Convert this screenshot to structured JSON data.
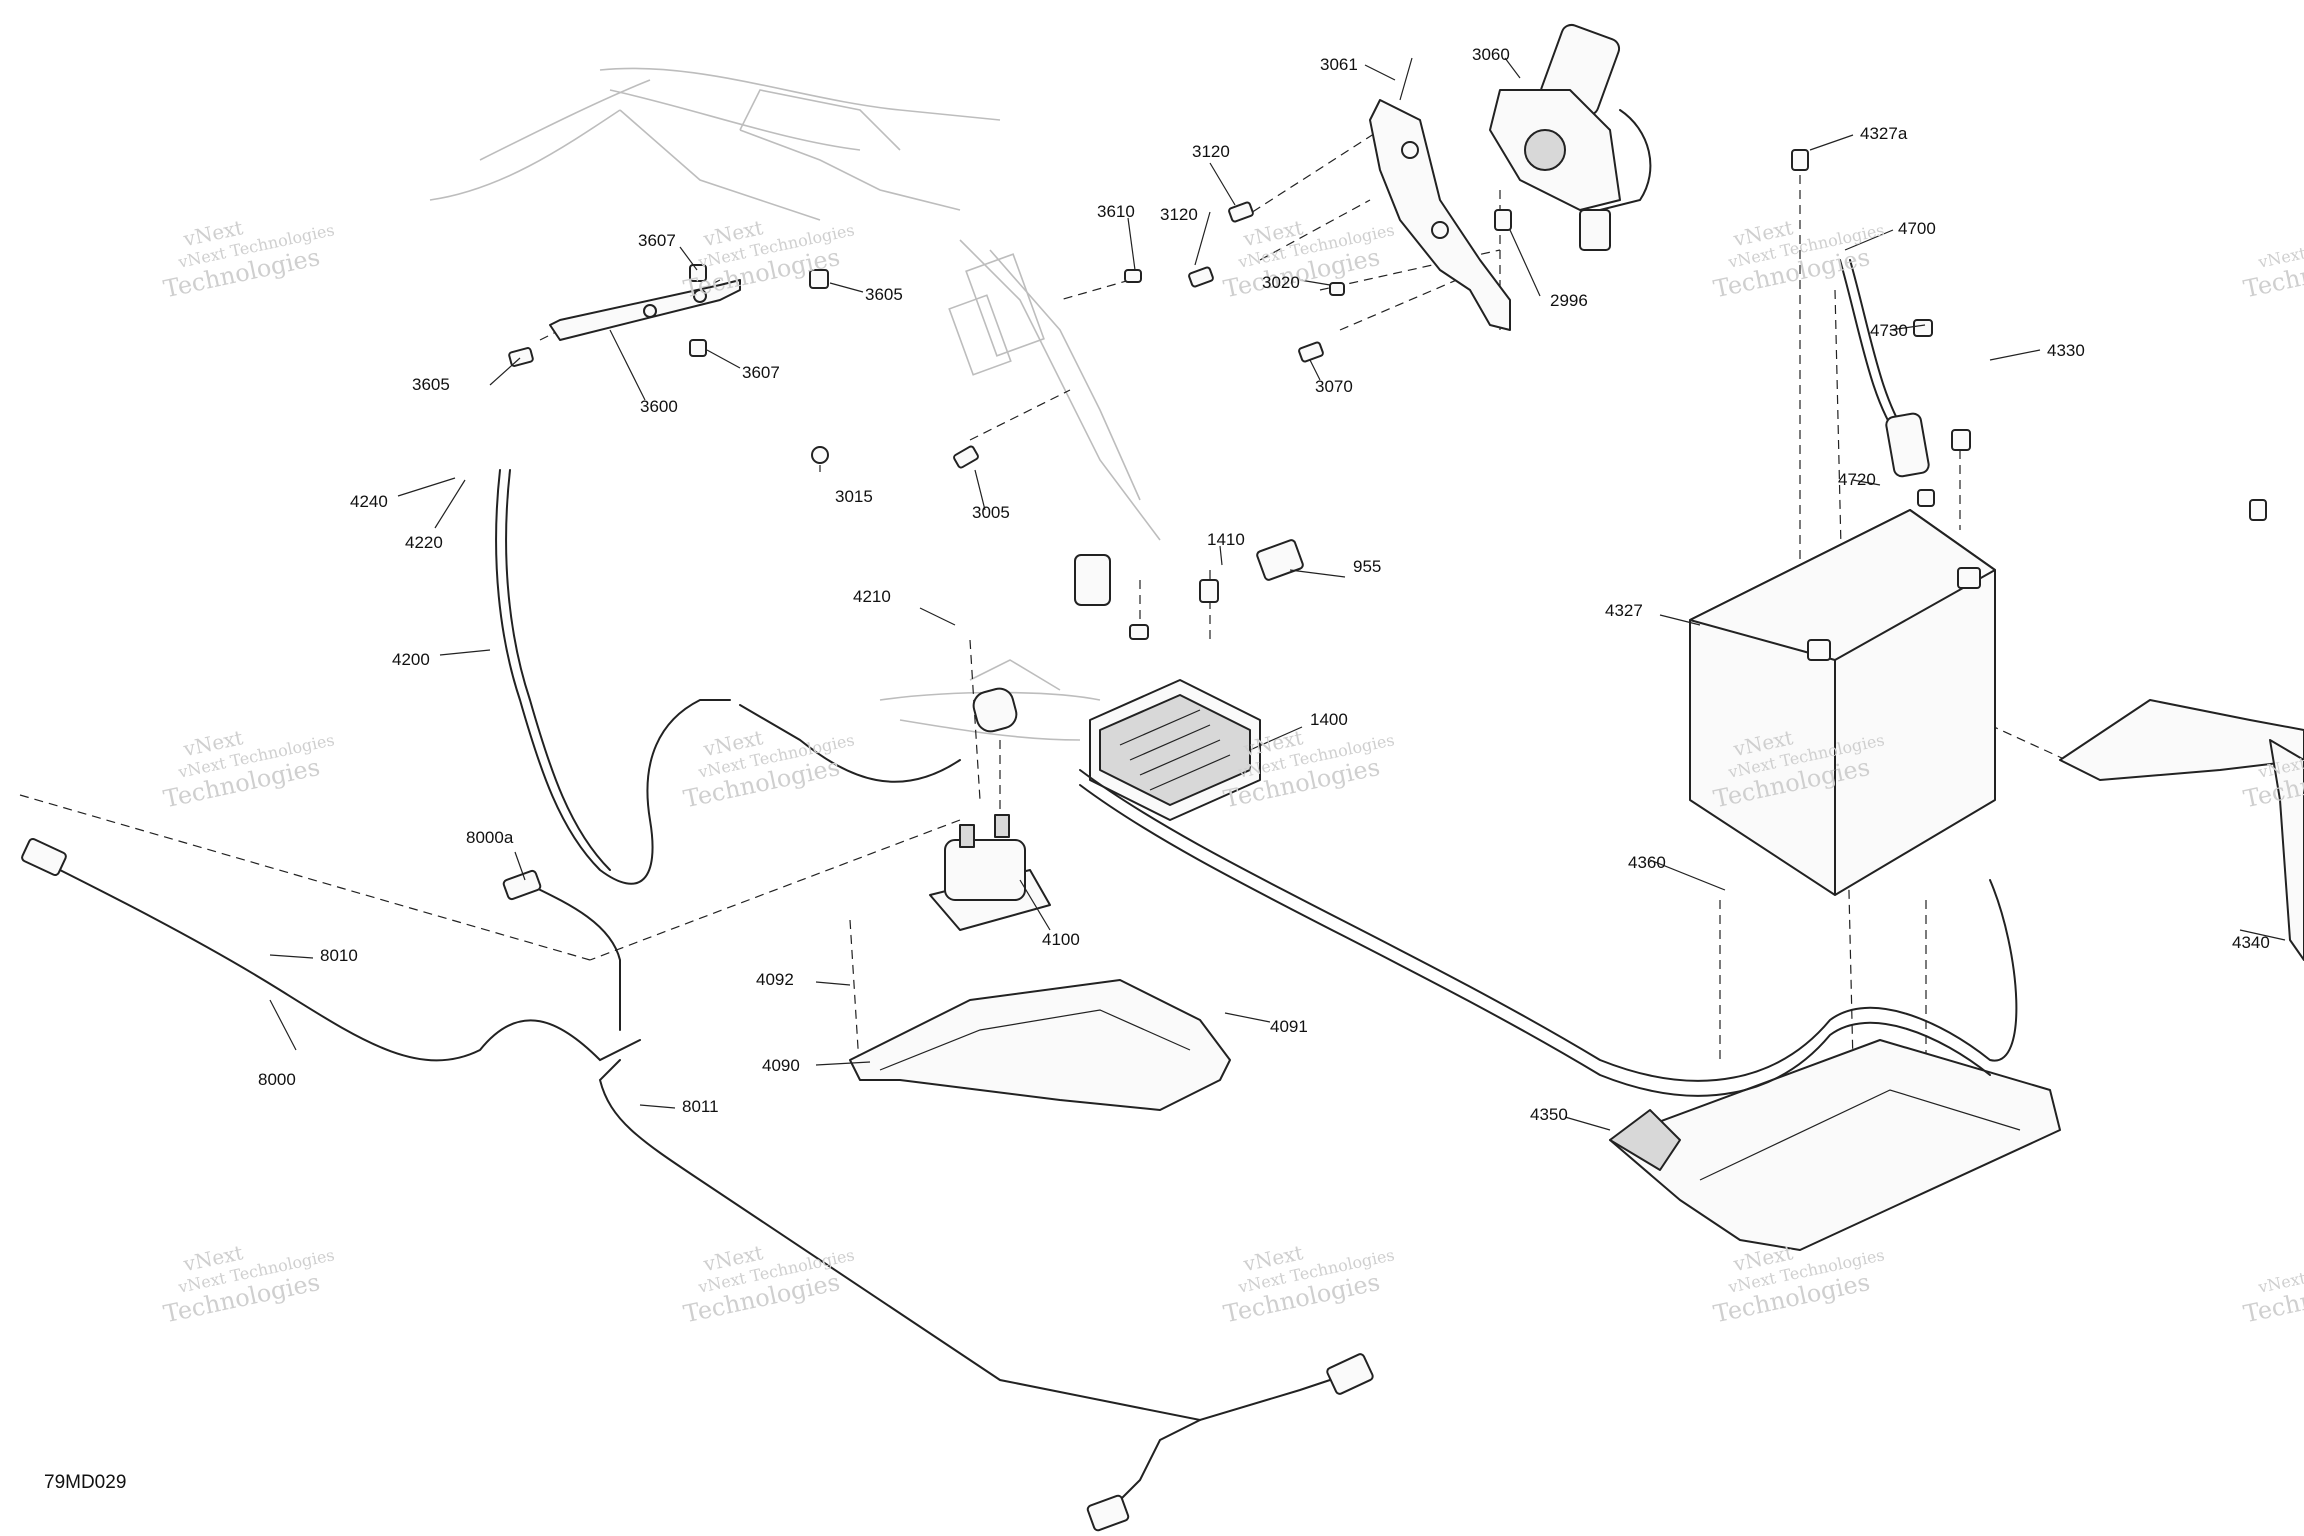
{
  "diagram": {
    "reference_code": "79MD029",
    "watermark": {
      "line1": "vNext Technologies",
      "line2": "Technologies",
      "top": "vNext"
    },
    "labels": [
      {
        "id": "l3061",
        "text": "3061"
      },
      {
        "id": "l3060",
        "text": "3060"
      },
      {
        "id": "l3120a",
        "text": "3120"
      },
      {
        "id": "l3120b",
        "text": "3120"
      },
      {
        "id": "l3610",
        "text": "3610"
      },
      {
        "id": "l3020",
        "text": "3020"
      },
      {
        "id": "l2996",
        "text": "2996"
      },
      {
        "id": "l3070",
        "text": "3070"
      },
      {
        "id": "l3607a",
        "text": "3607"
      },
      {
        "id": "l3605a",
        "text": "3605"
      },
      {
        "id": "l3607b",
        "text": "3607"
      },
      {
        "id": "l3605b",
        "text": "3605"
      },
      {
        "id": "l3600",
        "text": "3600"
      },
      {
        "id": "l3015",
        "text": "3015"
      },
      {
        "id": "l3005",
        "text": "3005"
      },
      {
        "id": "l4240",
        "text": "4240"
      },
      {
        "id": "l4220",
        "text": "4220"
      },
      {
        "id": "l4200",
        "text": "4200"
      },
      {
        "id": "l4210",
        "text": "4210"
      },
      {
        "id": "l1410",
        "text": "1410"
      },
      {
        "id": "l955",
        "text": "955"
      },
      {
        "id": "l1400",
        "text": "1400"
      },
      {
        "id": "l4100",
        "text": "4100"
      },
      {
        "id": "l8000a",
        "text": "8000a"
      },
      {
        "id": "l8010",
        "text": "8010"
      },
      {
        "id": "l8000",
        "text": "8000"
      },
      {
        "id": "l8011",
        "text": "8011"
      },
      {
        "id": "l4092",
        "text": "4092"
      },
      {
        "id": "l4090",
        "text": "4090"
      },
      {
        "id": "l4091",
        "text": "4091"
      },
      {
        "id": "l4327a",
        "text": "4327a"
      },
      {
        "id": "l4700",
        "text": "4700"
      },
      {
        "id": "l4730",
        "text": "4730"
      },
      {
        "id": "l4330",
        "text": "4330"
      },
      {
        "id": "l4720",
        "text": "4720"
      },
      {
        "id": "l4327",
        "text": "4327"
      },
      {
        "id": "l4360",
        "text": "4360"
      },
      {
        "id": "l4350",
        "text": "4350"
      },
      {
        "id": "l4340",
        "text": "4340"
      }
    ]
  }
}
